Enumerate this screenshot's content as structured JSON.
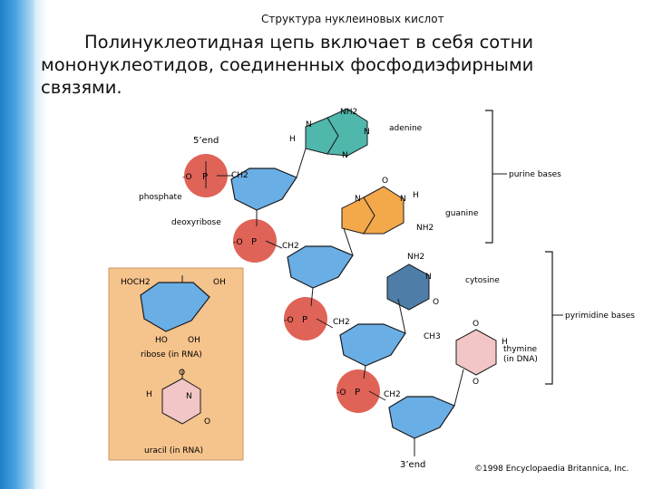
{
  "slide": {
    "small_title": "Структура нуклеиновых кислот",
    "heading": "Полинуклеотидная цепь включает в себя сотни мононуклеотидов, соединенных фосфодиэфирными связями."
  },
  "diagram": {
    "labels": {
      "end5": "5’end",
      "end3": "3’end",
      "phosphate": "phosphate",
      "deoxyribose": "deoxyribose",
      "adenine": "adenine",
      "guanine": "guanine",
      "cytosine": "cytosine",
      "thymine": "thymine\n(in DNA)",
      "purine_bases": "purine bases",
      "pyrimidine_bases": "pyrimidine bases",
      "ribose": "ribose (in RNA)",
      "uracil": "uracil (in RNA)",
      "copyright": "©1998 Encyclopaedia Britannica, Inc.",
      "hoch2": "HOCH2",
      "ch2": "CH2",
      "ch3": "CH3",
      "nh2": "NH2",
      "oh": "OH",
      "ho": "HO",
      "h": "H",
      "n": "N",
      "o": "O",
      "p": "P",
      "o_minus": "-O"
    },
    "colors": {
      "sugar": "#6aaee6",
      "phosphate": "#e06358",
      "adenine": "#4fb7ac",
      "guanine": "#f3a84a",
      "cytosine": "#4e7ea8",
      "thymine": "#f2c6c6",
      "panel": "#f5c38c"
    }
  }
}
